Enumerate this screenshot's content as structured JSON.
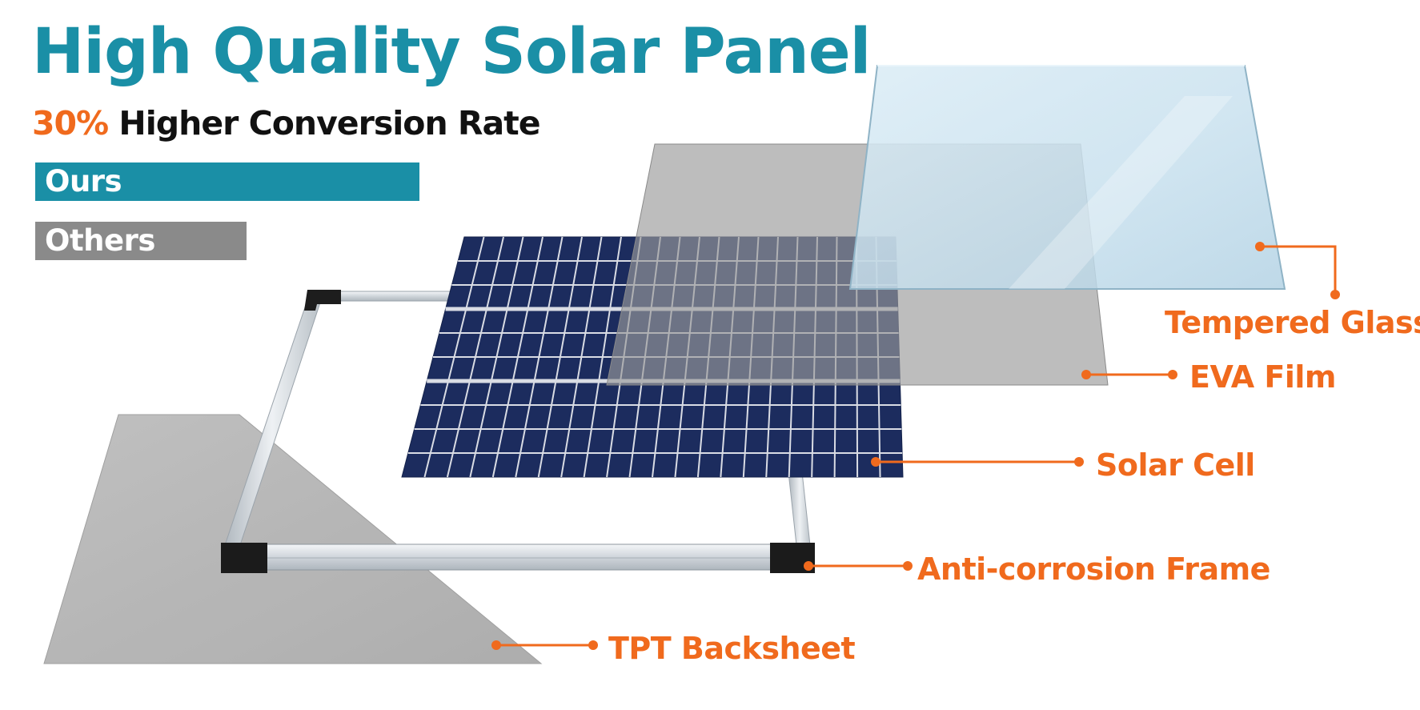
{
  "header": {
    "title": "High Quality Solar Panel",
    "subtitle_highlight": "30%",
    "subtitle_rest": " Higher Conversion Rate"
  },
  "comparison": {
    "bars": [
      {
        "label": "Ours",
        "color": "#1a8fa6",
        "relative_level": 1.0
      },
      {
        "label": "Others",
        "color": "#8a8a8a",
        "relative_level": 0.55
      }
    ]
  },
  "layers": {
    "tempered_glass": "Tempered Glass",
    "eva_film": "EVA Film",
    "solar_cell": "Solar Cell",
    "frame": "Anti-corrosion Frame",
    "backsheet": "TPT Backsheet"
  },
  "colors": {
    "title": "#1a8fa6",
    "accent": "#f06a1d",
    "cell": "#1c2c5e",
    "glass": "#cfe6f1",
    "eva": "#9a9a9a",
    "backsheet": "#b4b4b4",
    "frame": "#d8dde2"
  }
}
